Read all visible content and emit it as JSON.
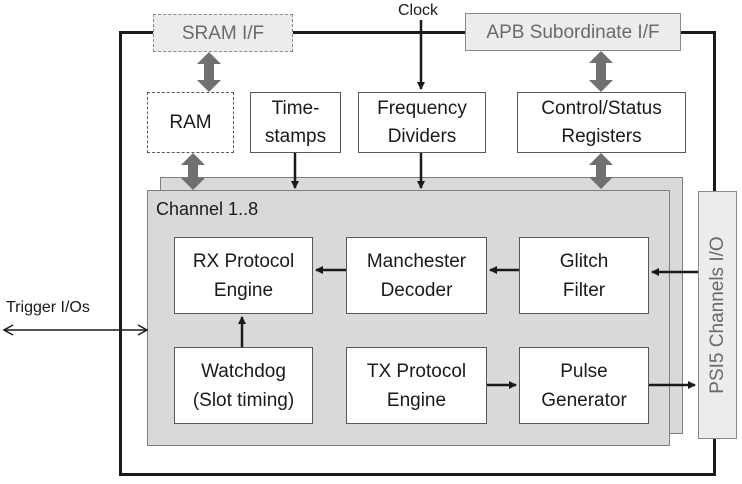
{
  "external": {
    "sram_if": "SRAM I/F",
    "apb_if": "APB Subordinate I/F",
    "clock": "Clock",
    "trigger": "Trigger I/Os",
    "psi5_io": "PSI5 Channels I/O"
  },
  "blocks": {
    "ram": "RAM",
    "timestamps": "Time-\nstamps",
    "freq_dividers": "Frequency\nDividers",
    "ctrl_status": "Control/Status\nRegisters"
  },
  "channel": {
    "title": "Channel 1..8",
    "rx_engine": "RX Protocol\nEngine",
    "manchester": "Manchester\nDecoder",
    "glitch": "Glitch\nFilter",
    "watchdog": "Watchdog\n(Slot timing)",
    "tx_engine": "TX Protocol\nEngine",
    "pulse": "Pulse\nGenerator"
  }
}
